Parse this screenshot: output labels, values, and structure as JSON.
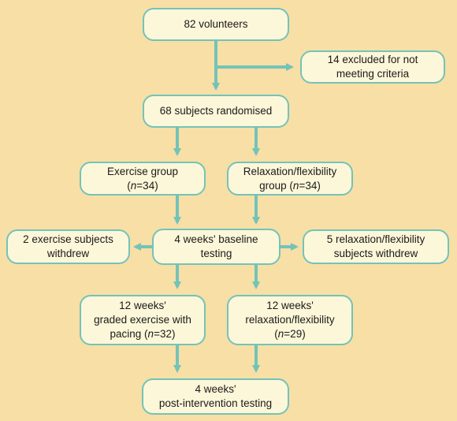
{
  "nodes": {
    "volunteers": {
      "line1": "82 volunteers"
    },
    "excluded": {
      "line1": "14 excluded for not",
      "line2": "meeting criteria"
    },
    "randomised": {
      "line1": "68 subjects randomised"
    },
    "exercise_group": {
      "line1": "Exercise group",
      "line2_pre": "(",
      "n": "n",
      "line2_post": "=34)"
    },
    "relaxation_group": {
      "line1": "Relaxation/flexibility",
      "line2_pre": "group (",
      "n": "n",
      "line2_post": "=34)"
    },
    "exercise_withdrew": {
      "line1": "2 exercise subjects",
      "line2": "withdrew"
    },
    "baseline": {
      "line1": "4 weeks' baseline",
      "line2": "testing"
    },
    "relaxation_withdrew": {
      "line1": "5 relaxation/flexibility",
      "line2": "subjects withdrew"
    },
    "graded_exercise": {
      "line1": "12 weeks'",
      "line2": "graded exercise with",
      "line3_pre": "pacing (",
      "n": "n",
      "line3_post": "=32)"
    },
    "relaxation_intervention": {
      "line1": "12 weeks'",
      "line2": "relaxation/flexibility",
      "line3_pre": "(",
      "n": "n",
      "line3_post": "=29)"
    },
    "post_testing": {
      "line1": "4 weeks'",
      "line2": "post-intervention testing"
    }
  },
  "colors": {
    "background": "#f7dfa6",
    "box_fill": "#fdf7d9",
    "box_border": "#74c3b8",
    "arrow": "#74c3b8"
  }
}
